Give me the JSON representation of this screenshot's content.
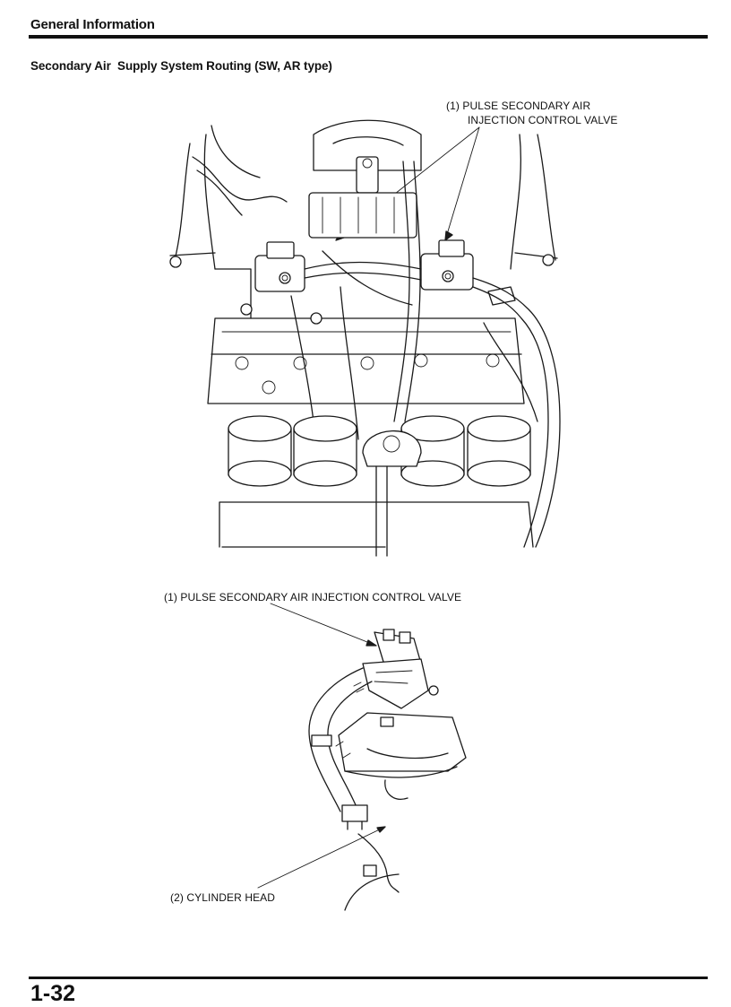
{
  "header": {
    "title": "General Information"
  },
  "section": {
    "title": "Secondary Air  Supply System Routing (SW, AR type)"
  },
  "figure_top": {
    "callout_line1": "(1) PULSE SECONDARY AIR",
    "callout_line2": "INJECTION CONTROL VALVE"
  },
  "figure_bottom": {
    "callout_valve": "(1) PULSE SECONDARY AIR INJECTION CONTROL VALVE",
    "callout_head": "(2) CYLINDER HEAD"
  },
  "footer": {
    "page_number": "1-32"
  }
}
